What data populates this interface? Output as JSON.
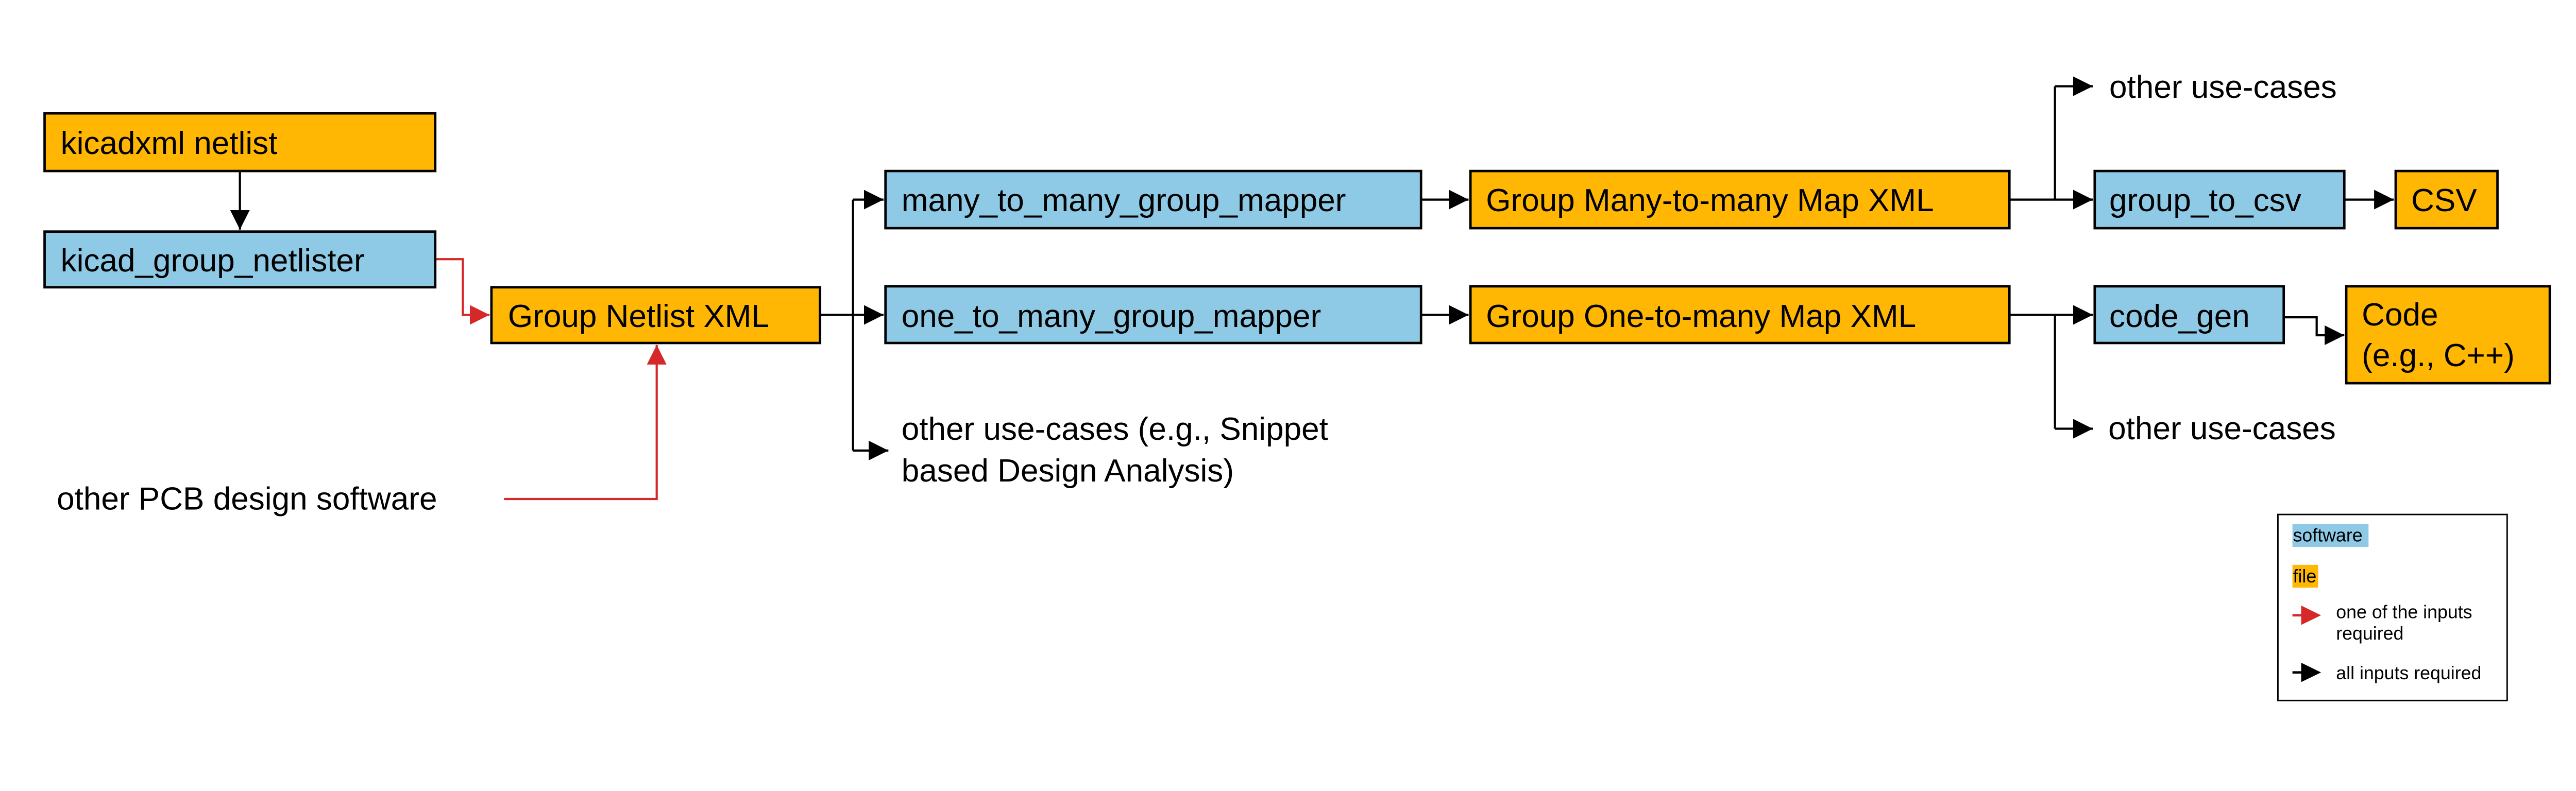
{
  "colors": {
    "software": "#8ecae6",
    "file": "#ffb703",
    "one_of_inputs_arrow": "#d62828",
    "all_inputs_arrow": "#000000"
  },
  "nodes": {
    "kicadxml_netlist": "kicadxml netlist",
    "kicad_group_netlister": "kicad_group_netlister",
    "other_pcb": "other PCB design software",
    "group_netlist_xml": "Group Netlist XML",
    "many_to_many_group_mapper": "many_to_many_group_mapper",
    "one_to_many_group_mapper": "one_to_many_group_mapper",
    "other_use_cases_snippet_1": "other use-cases (e.g., Snippet",
    "other_use_cases_snippet_2": "based Design Analysis)",
    "group_m2m_map_xml": "Group Many-to-many Map XML",
    "group_o2m_map_xml": "Group One-to-many Map XML",
    "other_use_cases_top": "other use-cases",
    "group_to_csv": "group_to_csv",
    "csv": "CSV",
    "code_gen": "code_gen",
    "code_1": "Code",
    "code_2": "(e.g., C++)",
    "other_use_cases_bottom": "other use-cases"
  },
  "legend": {
    "software": "software",
    "file": "file",
    "red_arrow_1": "one of the inputs",
    "red_arrow_2": "required",
    "black_arrow": "all inputs required"
  }
}
